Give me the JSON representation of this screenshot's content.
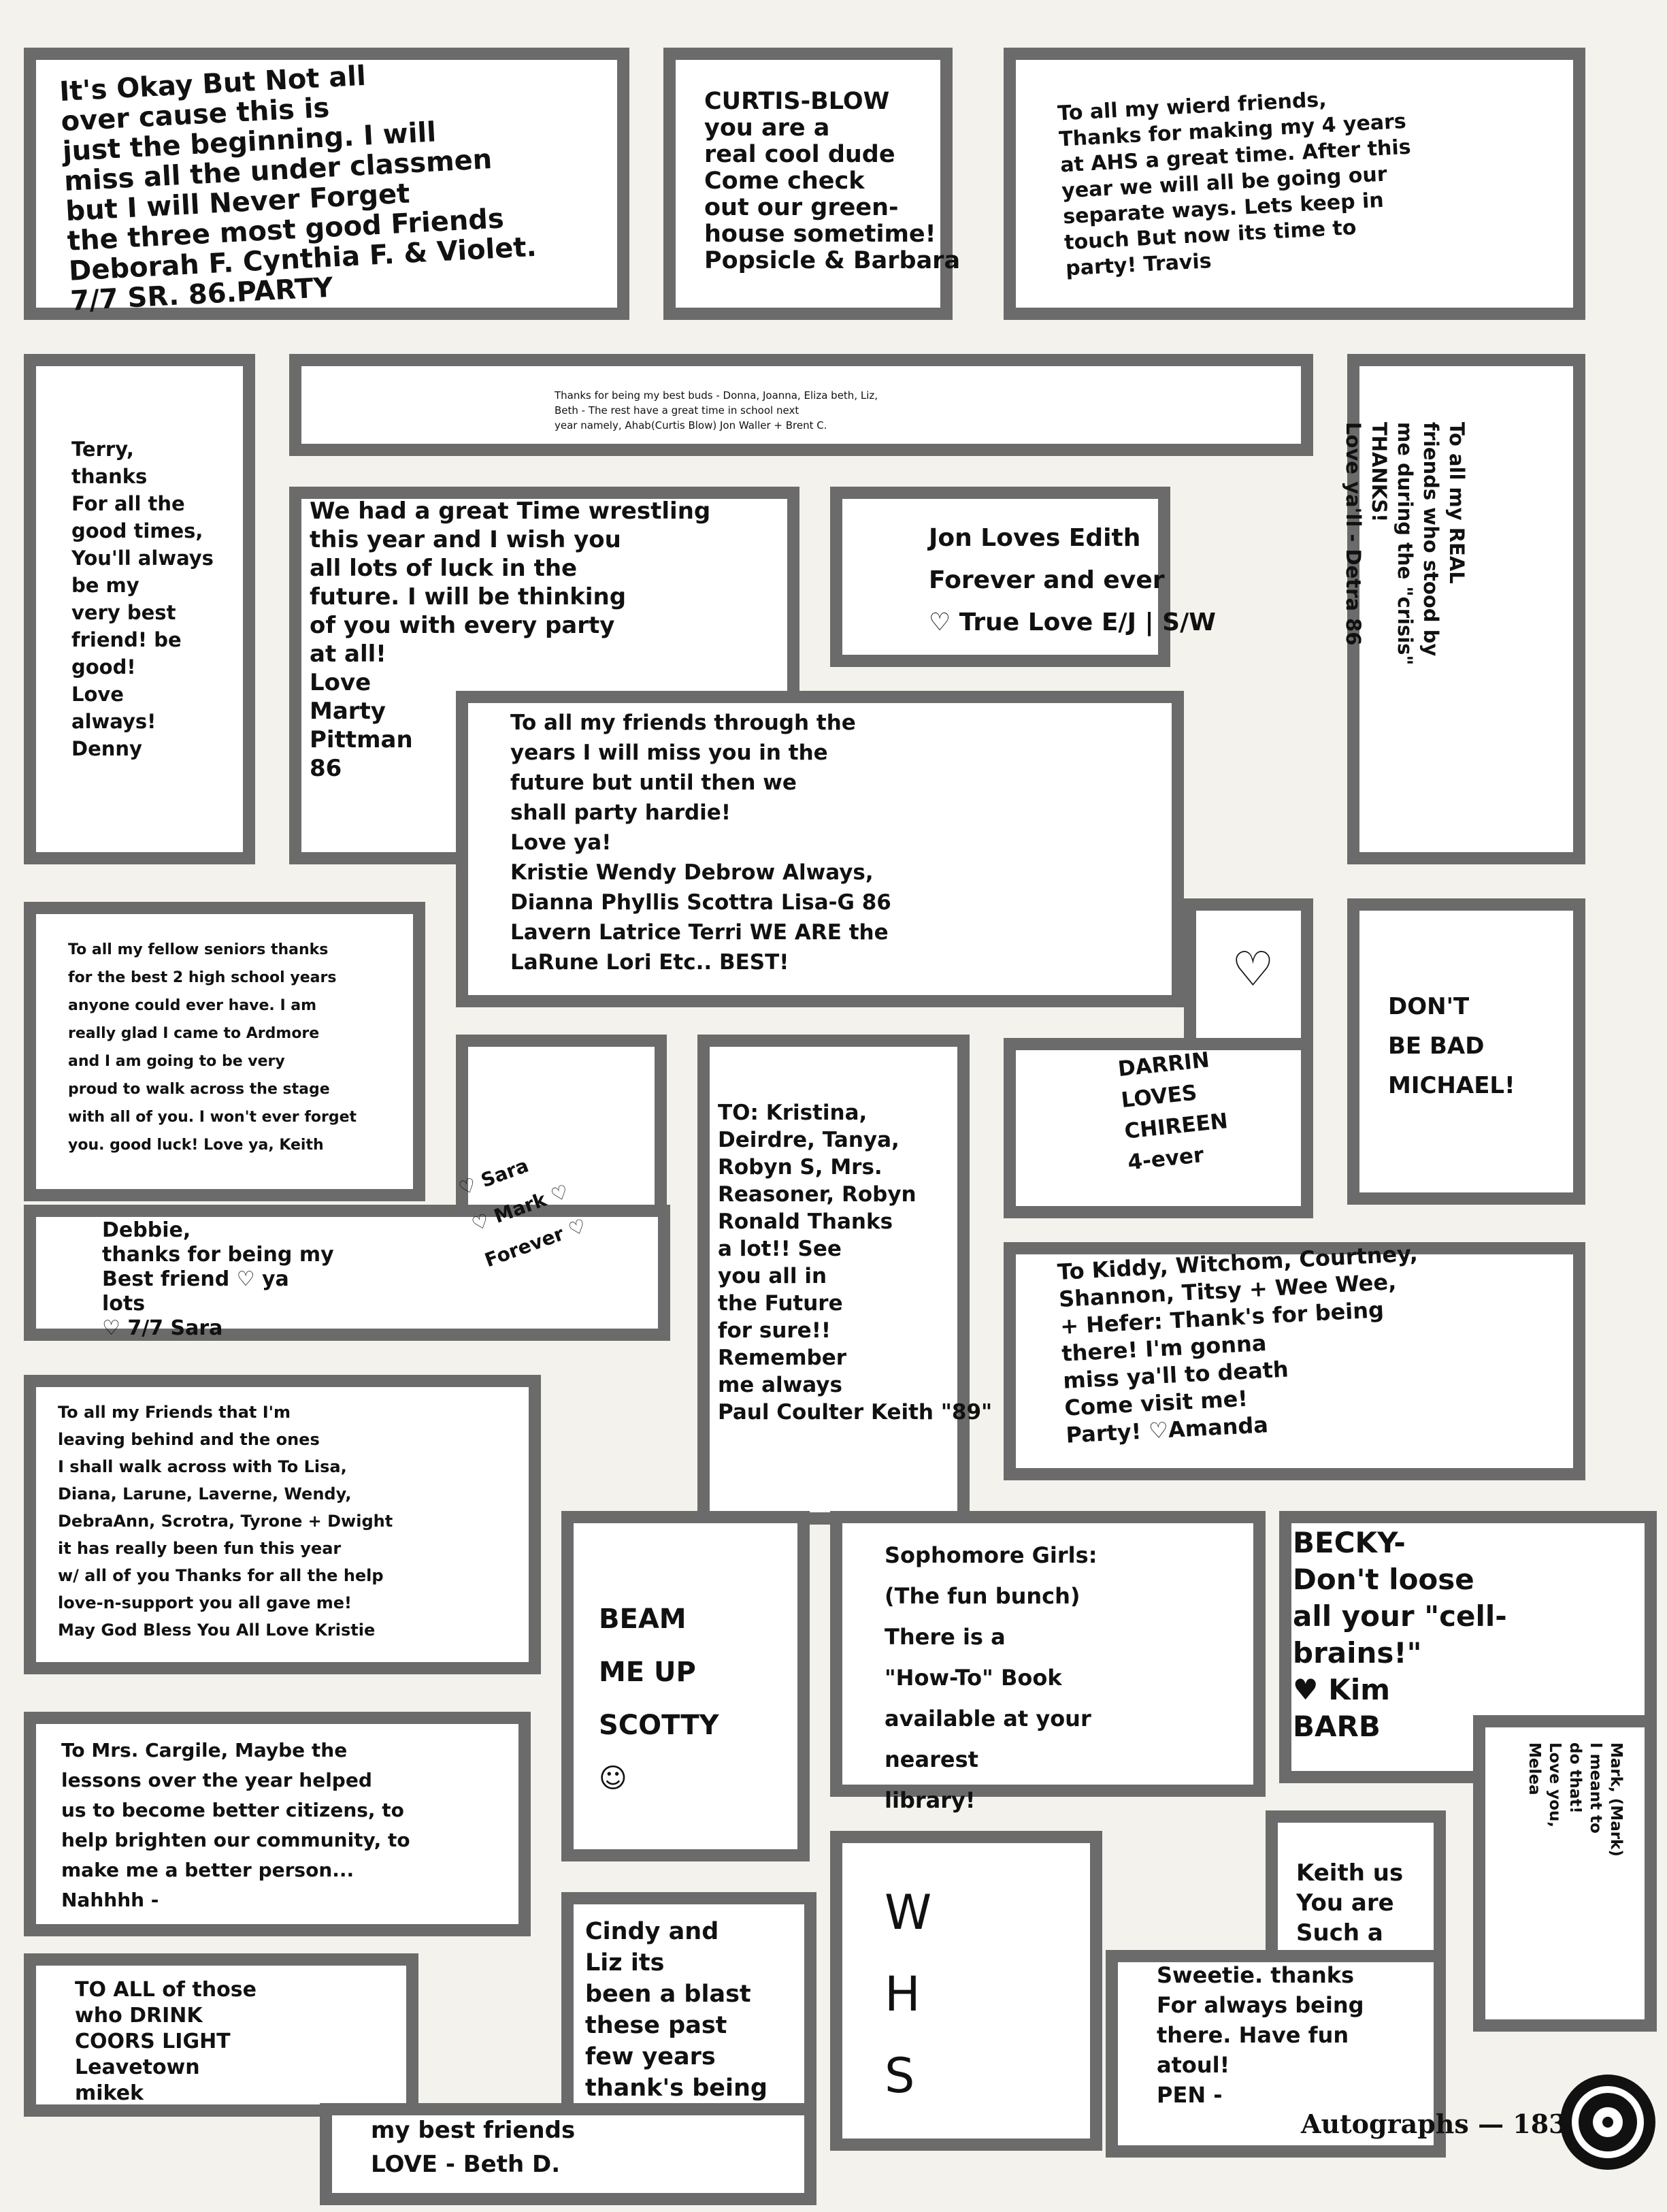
{
  "notes": {
    "n1": "It's Okay But Not all\nover cause this is\njust the beginning. I will\nmiss all the under classmen\nbut I will Never Forget\nthe three most good Friends\nDeborah F. Cynthia F. & Violet.\n7/7  SR. 86.PARTY",
    "n2": "CURTIS-BLOW\nyou are a\nreal cool dude\nCome check\nout our green-\nhouse sometime!\nPopsicle & Barbara",
    "n3": "To all my wierd friends,\nThanks for making my 4 years\nat AHS a great time. After this\nyear we will all be going our\nseparate ways. Lets keep in\ntouch But now its time to\nparty!  Travis",
    "n4": "Thanks for being my best buds - Donna, Joanna, Eliza beth, Liz,\nBeth - The rest have a great time in school next\nyear namely, Ahab(Curtis Blow) Jon Waller + Brent C.",
    "n5": "Terry,\nthanks\nFor all the\ngood times,\nYou'll always\nbe my\nvery best\nfriend! be\ngood!\nLove\nalways!\nDenny",
    "n6": "We had a great Time wrestling\nthis year and I wish you\nall lots of luck in the\nfuture. I will be thinking\nof you with every party\nat all!\nLove\nMarty\nPittman\n86",
    "n7": "Jon Loves Edith\nForever and ever\n♡ True Love   E/J | S/W",
    "n8": "To all my REAL\nfriends who stood by\nme during the \"crisis\"\nTHANKS!\nLove ya'll - Detra 86",
    "n9": "To all my friends through the\nyears I will miss you in the\nfuture but until then we\nshall party hardie!\nLove ya!\nKristie  Wendy  Debrow  Always,\nDianna  Phyllis  Scottra  Lisa-G   86\nLavern  Latrice  Terri   WE ARE the\nLaRune  Lori   Etc..      BEST!",
    "n10": "To all my fellow seniors thanks\nfor the best 2 high school years\nanyone could ever have. I am\nreally glad I came to Ardmore\nand I am going to be very\nproud to walk across the stage\nwith all of you. I won't ever forget\nyou. good luck! Love ya, Keith",
    "n11": "♡",
    "n12": "DON'T\nBE BAD\nMICHAEL!",
    "n13": "DARRIN\nLOVES\nCHIREEN\n4-ever",
    "n14": "TO: Kristina,\nDeirdre, Tanya,\nRobyn S, Mrs.\nReasoner, Robyn\nRonald Thanks\na lot!! See\nyou all in\nthe Future\nfor sure!!\nRemember\nme always\nPaul Coulter  Keith \"89\"",
    "n15": "♡ Sara\n♡ Mark ♡\nForever ♡",
    "n16": "Debbie,\nthanks for being my\nBest friend ♡ ya\nlots\n♡ 7/7 Sara",
    "n17": "To Kiddy, Witchom, Courtney,\nShannon, Titsy + Wee Wee,\n+ Hefer: Thank's for being\nthere! I'm gonna\nmiss ya'll to death\nCome visit me!\nParty! ♡Amanda",
    "n18": "To all my Friends that I'm\nleaving behind and the ones\nI shall walk across with To Lisa,\nDiana, Larune, Laverne, Wendy,\nDebraAnn, Scrotra, Tyrone + Dwight\nit has really been fun this year\nw/ all of you Thanks for all the help\nlove-n-support you all gave me!\nMay God Bless You All  Love Kristie",
    "n19": "BEAM\nME UP\nSCOTTY\n☺",
    "n20": "Sophomore Girls:\n(The fun bunch)\nThere is a\n\"How-To\" Book\navailable at your\nnearest\nlibrary!",
    "n21": "BECKY-\nDon't loose\nall your \"cell-\nbrains!\"\n♥ Kim\nBARB",
    "n22": "To Mrs. Cargile, Maybe the\nlessons over the year helped\nus to become better citizens, to\nhelp brighten our community, to\nmake me a better person...\nNahhhh -",
    "n23": "W\nH\nS",
    "n24": "Mark, (Mark)\nI meant to\ndo that!\nLove you,\nMelea",
    "n25": "Keith us\nYou are\nSuch a",
    "n26": "TO ALL of those\nwho DRINK\nCOORS LIGHT\nLeavetown\nmikek",
    "n27": "Cindy and\nLiz its\nbeen a blast\nthese past\nfew years\nthank's being",
    "n28": "my best friends\nLOVE - Beth D.",
    "n29": "Sweetie. thanks\nFor always being\nthere. Have fun\natoul!\nPEN -"
  },
  "footer": {
    "section": "Autographs",
    "dash": "—",
    "page_number": "183"
  }
}
